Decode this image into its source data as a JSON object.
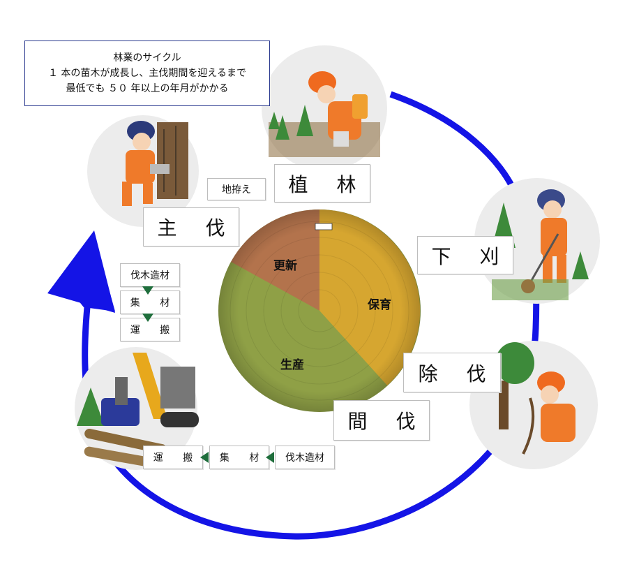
{
  "note": {
    "line1": "林業のサイクル",
    "line2": "１ 本の苗木が成長し、主伐期間を迎えるまで",
    "line3": "最低でも ５０ 年以上の年月がかかる"
  },
  "stages": {
    "planting": "植 林",
    "weeding": "下 刈",
    "cleaning": "除 伐",
    "thinning": "間 伐",
    "final_cut": "主 伐",
    "site_prep": "地拵え"
  },
  "center_circle": {
    "renewal": "更新",
    "tending": "保育",
    "production": "生産",
    "colors": {
      "renewal": "#b3734c",
      "tending": "#d6a630",
      "production": "#8fa046"
    }
  },
  "process_vertical": [
    "伐木造材",
    "集 材",
    "運 搬"
  ],
  "process_horizontal": [
    "運 搬",
    "集 材",
    "伐木造材"
  ],
  "colors": {
    "cycle_arrow": "#1414e6",
    "process_arrow": "#1f6e3c",
    "note_border": "#2b3a8f"
  },
  "illustrations": {
    "planting": "worker-planting-seedling",
    "weeding": "worker-brush-cutter",
    "cleaning": "worker-cutting-sapling",
    "final_cut": "worker-chainsaw-felling",
    "logging": "forestry-machine-logs"
  }
}
